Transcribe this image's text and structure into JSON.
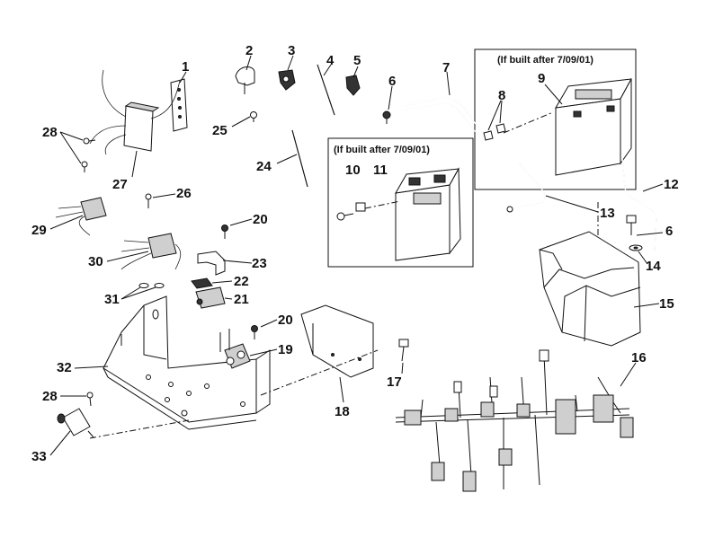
{
  "inset_boxes": [
    {
      "label": "(If built after 7/09/01)"
    },
    {
      "label": "(If built after 7/09/01)"
    }
  ],
  "part_numbers": {
    "p1": "1",
    "p2": "2",
    "p3": "3",
    "p4": "4",
    "p5": "5",
    "p6a": "6",
    "p6b": "6",
    "p7": "7",
    "p8": "8",
    "p9": "9",
    "p10": "10",
    "p11": "11",
    "p12": "12",
    "p13": "13",
    "p14": "14",
    "p15": "15",
    "p16": "16",
    "p17": "17",
    "p18": "18",
    "p19": "19",
    "p20a": "20",
    "p20b": "20",
    "p21": "21",
    "p22": "22",
    "p23": "23",
    "p24": "24",
    "p25": "25",
    "p26": "26",
    "p27": "27",
    "p28a": "28",
    "p28b": "28",
    "p29": "29",
    "p30": "30",
    "p31": "31",
    "p32": "32",
    "p33": "33"
  }
}
